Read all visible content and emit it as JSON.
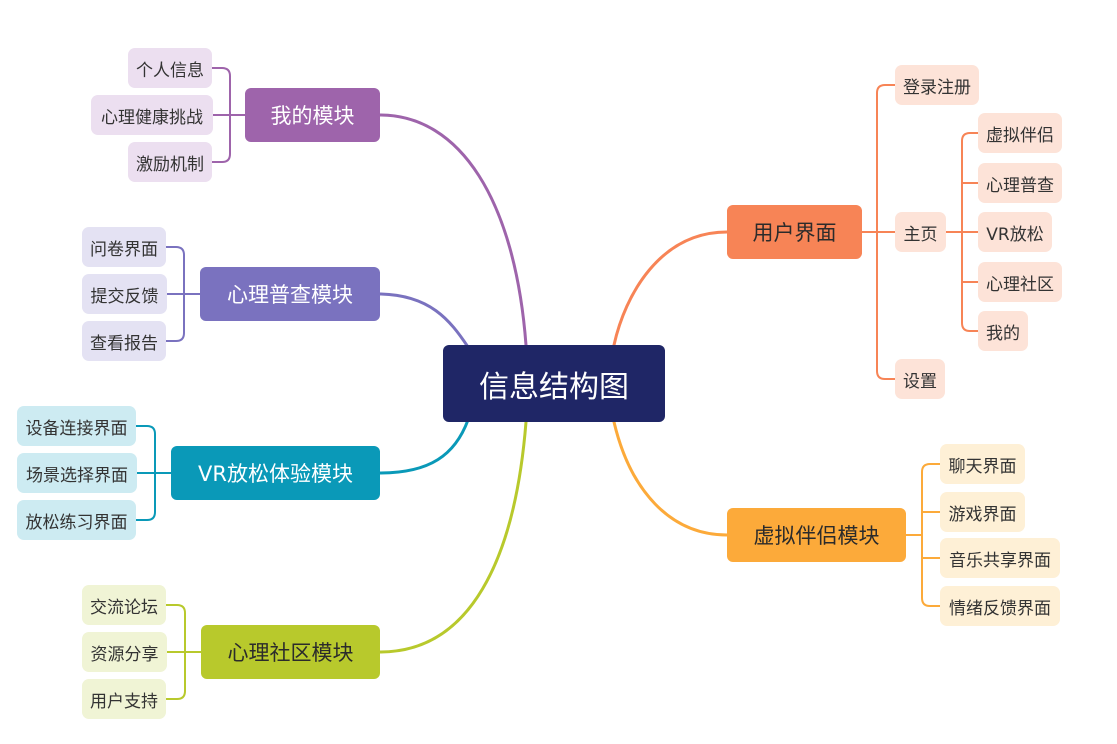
{
  "root": {
    "label": "信息结构图"
  },
  "colors": {
    "root": "#1f2666",
    "wode": "#9e64ab",
    "pucha": "#7a72bf",
    "vr": "#0a99b8",
    "shequ": "#b8c92c",
    "yonghu": "#f78456",
    "banlv": "#fcaa3a"
  },
  "modules": {
    "wode": {
      "label": "我的模块",
      "children": [
        "个人信息",
        "心理健康挑战",
        "激励机制"
      ]
    },
    "pucha": {
      "label": "心理普查模块",
      "children": [
        "问卷界面",
        "提交反馈",
        "查看报告"
      ]
    },
    "vr": {
      "label": "VR放松体验模块",
      "children": [
        "设备连接界面",
        "场景选择界面",
        "放松练习界面"
      ]
    },
    "shequ": {
      "label": "心理社区模块",
      "children": [
        "交流论坛",
        "资源分享",
        "用户支持"
      ]
    },
    "yonghu": {
      "label": "用户界面",
      "children": [
        "登录注册",
        "主页",
        "设置"
      ],
      "home_children": [
        "虚拟伴侣",
        "心理普查",
        "VR放松",
        "心理社区",
        "我的"
      ]
    },
    "banlv": {
      "label": "虚拟伴侣模块",
      "children": [
        "聊天界面",
        "游戏界面",
        "音乐共享界面",
        "情绪反馈界面"
      ]
    }
  }
}
